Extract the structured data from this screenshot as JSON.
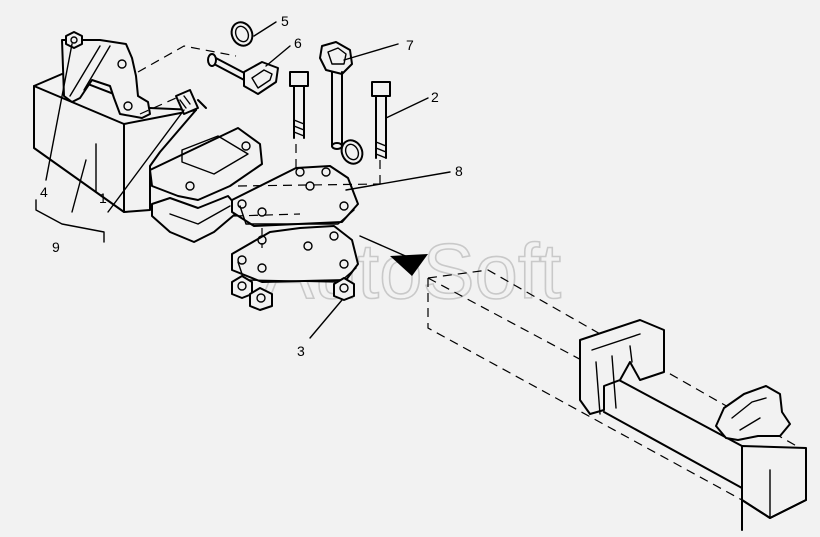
{
  "watermark": "AutoSoft",
  "callouts": {
    "c1": "1",
    "c2": "2",
    "c3": "3",
    "c4": "4",
    "c5": "5",
    "c6": "6",
    "c7": "7",
    "c8": "8",
    "c9": "9"
  }
}
